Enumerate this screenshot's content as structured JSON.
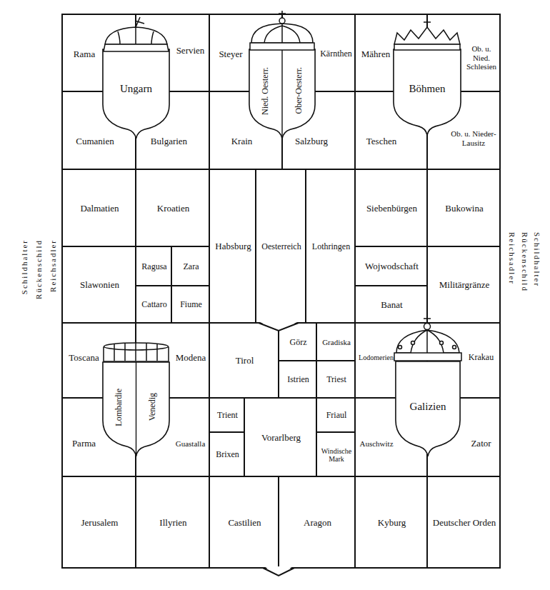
{
  "diagram": {
    "nodes": [
      {
        "text": [
          "Rama"
        ]
      },
      {
        "text": [
          "Ungarn"
        ]
      },
      {
        "text": [
          "Servien"
        ]
      },
      {
        "text": [
          "Steyer"
        ]
      },
      {
        "text": [
          "Nied. Oesterr.",
          "Ober-Oesterr."
        ]
      },
      {
        "text": [
          "Kärnthen"
        ]
      },
      {
        "text": [
          "Mähren"
        ]
      },
      {
        "text": [
          "Böhmen"
        ]
      },
      {
        "text": [
          "Ob. u. Nied. Schlesien"
        ]
      },
      {
        "text": [
          "Cumanien"
        ]
      },
      {
        "text": [
          "Bulgarien"
        ]
      },
      {
        "text": [
          "Krain"
        ]
      },
      {
        "text": [
          "Salzburg"
        ]
      },
      {
        "text": [
          "Teschen"
        ]
      },
      {
        "text": [
          "Ob. u. Nieder-Lausitz"
        ]
      },
      {
        "text": [
          "Dalmatien"
        ]
      },
      {
        "text": [
          "Kroatien"
        ]
      },
      {
        "text": [
          "Habsburg"
        ]
      },
      {
        "text": [
          "Oesterreich"
        ]
      },
      {
        "text": [
          "Lothringen"
        ]
      },
      {
        "text": [
          "Siebenbürgen"
        ]
      },
      {
        "text": [
          "Bukowina"
        ]
      },
      {
        "text": [
          "Slawonien"
        ]
      },
      {
        "text": [
          "Ragusa"
        ]
      },
      {
        "text": [
          "Zara"
        ]
      },
      {
        "text": [
          "Wojwodschaft"
        ]
      },
      {
        "text": [
          "Militärgränze"
        ]
      },
      {
        "text": [
          "Cattaro"
        ]
      },
      {
        "text": [
          "Fiume"
        ]
      },
      {
        "text": [
          "Banat"
        ]
      },
      {
        "text": [
          "Toscana"
        ]
      },
      {
        "text": [
          "Lombardie",
          "Venedig"
        ]
      },
      {
        "text": [
          "Modena"
        ]
      },
      {
        "text": [
          "Tirol"
        ]
      },
      {
        "text": [
          "Görz"
        ]
      },
      {
        "text": [
          "Gradiska"
        ]
      },
      {
        "text": [
          "Lodomerien"
        ]
      },
      {
        "text": [
          "Galizien"
        ]
      },
      {
        "text": [
          "Krakau"
        ]
      },
      {
        "text": [
          "Istrien"
        ]
      },
      {
        "text": [
          "Triest"
        ]
      },
      {
        "text": [
          "Parma"
        ]
      },
      {
        "text": [
          "Guastalla"
        ]
      },
      {
        "text": [
          "Trient"
        ]
      },
      {
        "text": [
          "Vorarlberg"
        ]
      },
      {
        "text": [
          "Friaul"
        ]
      },
      {
        "text": [
          "Auschwitz"
        ]
      },
      {
        "text": [
          "Zator"
        ]
      },
      {
        "text": [
          "Brixen"
        ]
      },
      {
        "text": [
          "Windische Mark"
        ]
      },
      {
        "text": [
          "Jerusalem"
        ]
      },
      {
        "text": [
          "Illyrien"
        ]
      },
      {
        "text": [
          "Castilien"
        ]
      },
      {
        "text": [
          "Aragon"
        ]
      },
      {
        "text": [
          "Kyburg"
        ]
      },
      {
        "text": [
          "Deutscher Orden"
        ]
      }
    ],
    "labels": [
      "Schildhalter",
      "Rückenschild",
      "Reichsadler",
      "Reichsadler",
      "Rückenschild",
      "Schildhalter"
    ]
  }
}
